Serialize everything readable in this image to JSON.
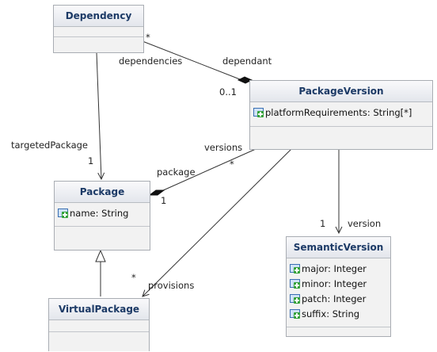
{
  "classes": {
    "dependency": {
      "name": "Dependency"
    },
    "package_version": {
      "name": "PackageVersion",
      "attributes": [
        "platformRequirements: String[*]"
      ]
    },
    "package": {
      "name": "Package",
      "attributes": [
        "name: String"
      ]
    },
    "semantic_version": {
      "name": "SemanticVersion",
      "attributes": [
        "major: Integer",
        "minor: Integer",
        "patch: Integer",
        "suffix: String"
      ]
    },
    "virtual_package": {
      "name": "VirtualPackage"
    }
  },
  "associations": {
    "dependencies_dependant": {
      "source_mult": "*",
      "source_role": "dependencies",
      "target_role": "dependant",
      "target_mult": "0..1"
    },
    "targeted_package": {
      "role": "targetedPackage",
      "mult": "1"
    },
    "versions_package": {
      "versions_role": "versions",
      "versions_mult": "*",
      "package_role": "package",
      "package_mult": "1"
    },
    "provisions": {
      "role": "provisions",
      "mult": "*"
    },
    "version": {
      "role": "version",
      "mult": "1"
    }
  },
  "icons": {
    "attribute": "attribute-public-icon"
  },
  "colors": {
    "class_title": "#1c3a66",
    "class_fill": "#f2f2f2",
    "class_border": "#a9adb3",
    "icon_green": "#34a13a",
    "icon_blue": "#3a6fb2"
  }
}
